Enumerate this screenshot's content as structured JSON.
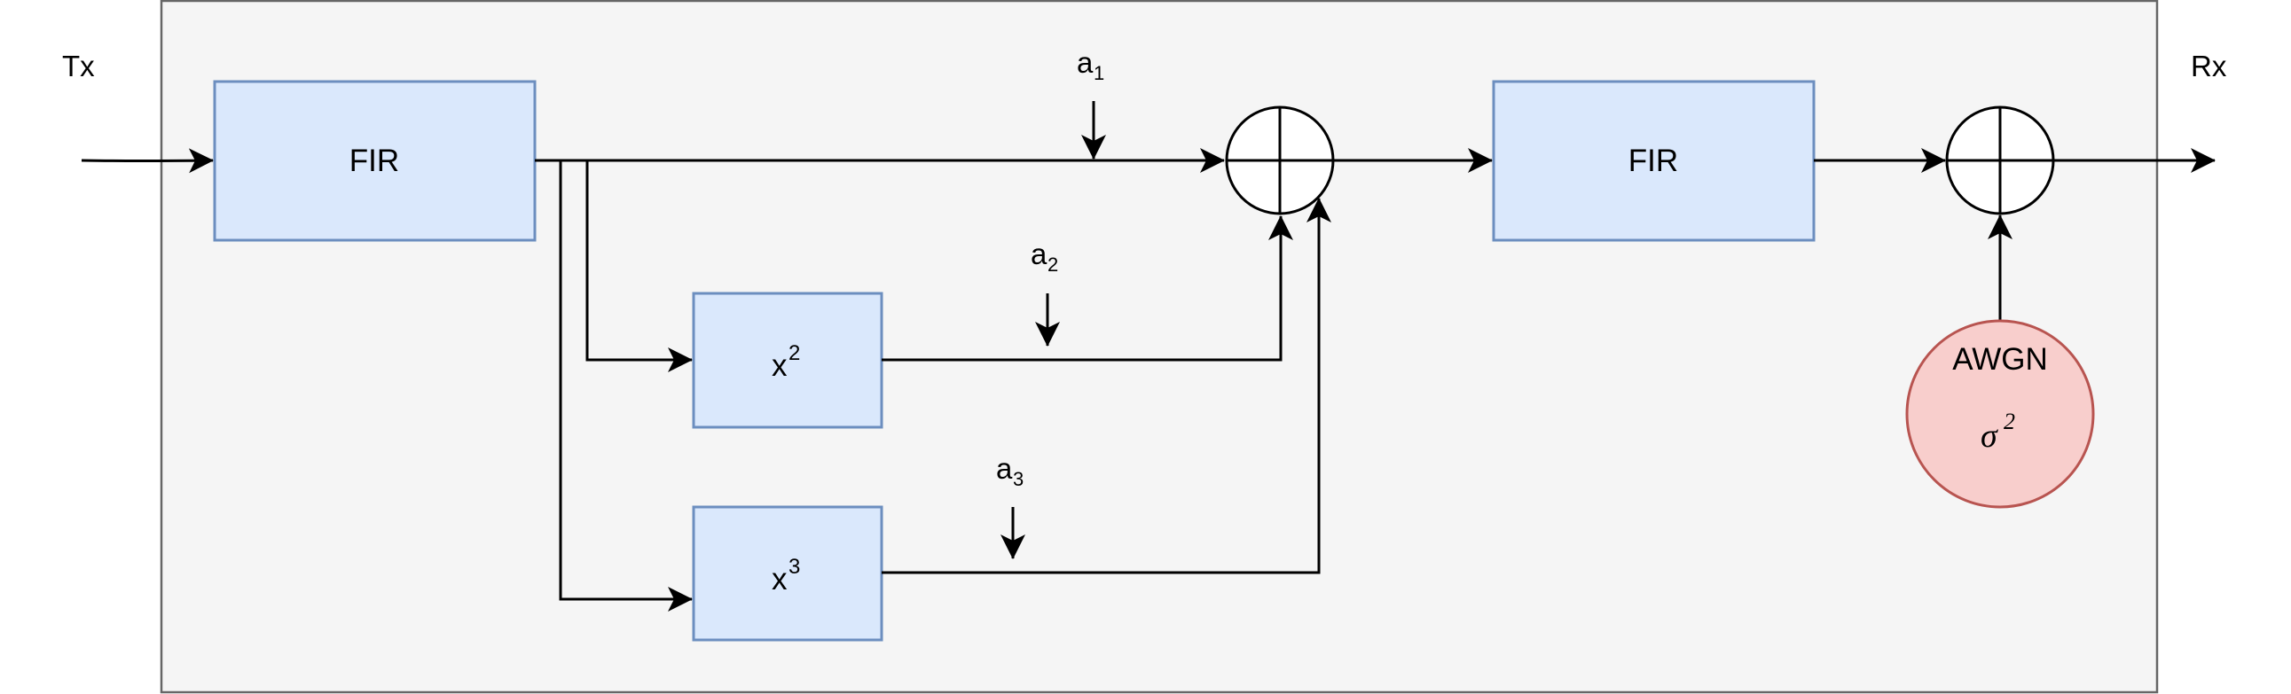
{
  "labels": {
    "tx": "Tx",
    "rx": "Rx",
    "a1": "a",
    "a1_sub": "1",
    "a2": "a",
    "a2_sub": "2",
    "a3": "a",
    "a3_sub": "3"
  },
  "blocks": {
    "fir_tx": "FIR",
    "fir_rx": "FIR",
    "square_base": "x",
    "square_exp": "2",
    "cube_base": "x",
    "cube_exp": "3"
  },
  "noise": {
    "label": "AWGN",
    "symbol": "σ",
    "symbol_exp": "2"
  },
  "colors": {
    "frame_fill": "#f5f5f5",
    "frame_stroke": "#666666",
    "block_fill": "#dae8fc",
    "block_stroke": "#6c8ebf",
    "noise_fill": "#f8cecc",
    "noise_stroke": "#b85450",
    "line": "#000000"
  }
}
